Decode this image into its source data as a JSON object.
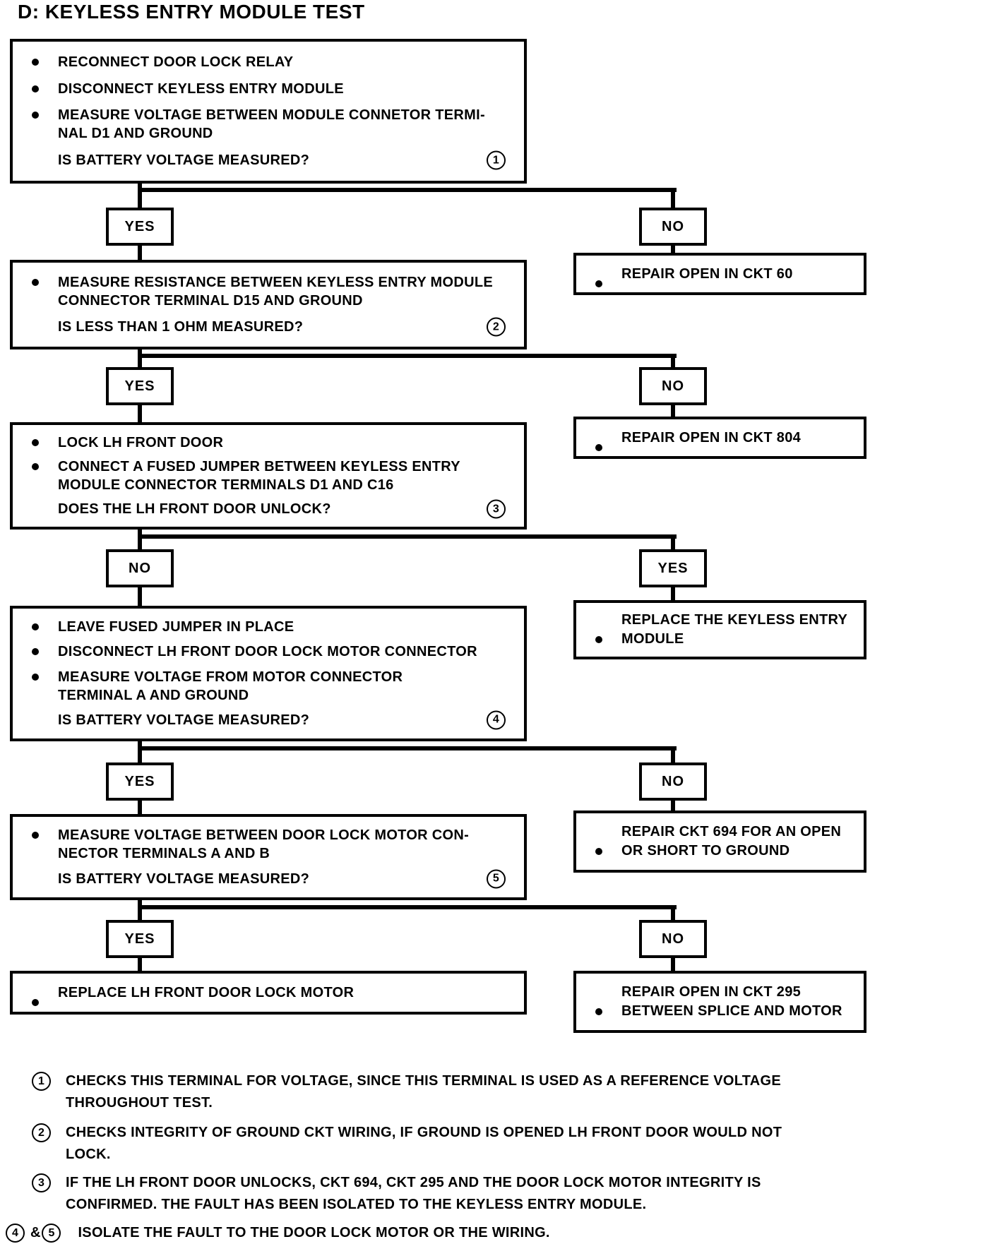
{
  "title": "D: KEYLESS ENTRY MODULE TEST",
  "diagram_type": "troubleshooting-flowchart",
  "steps": [
    {
      "ref": "1",
      "bullets": [
        [
          "RECONNECT DOOR LOCK RELAY"
        ],
        [
          "DISCONNECT KEYLESS ENTRY MODULE"
        ],
        [
          "MEASURE VOLTAGE BETWEEN MODULE CONNETOR TERMI-",
          "NAL D1 AND GROUND"
        ]
      ],
      "question": "IS BATTERY VOLTAGE MEASURED?",
      "left_label": "YES",
      "right_label": "NO",
      "right_action": [
        "REPAIR OPEN IN CKT 60"
      ]
    },
    {
      "ref": "2",
      "bullets": [
        [
          "MEASURE RESISTANCE BETWEEN KEYLESS ENTRY MODULE",
          "CONNECTOR TERMINAL D15 AND GROUND"
        ]
      ],
      "question": "IS LESS THAN 1 OHM MEASURED?",
      "left_label": "YES",
      "right_label": "NO",
      "right_action": [
        "REPAIR OPEN IN CKT 804"
      ]
    },
    {
      "ref": "3",
      "bullets": [
        [
          "LOCK LH FRONT DOOR"
        ],
        [
          "CONNECT A FUSED JUMPER BETWEEN KEYLESS ENTRY",
          "MODULE CONNECTOR TERMINALS D1 AND C16"
        ]
      ],
      "question": "DOES THE LH FRONT DOOR UNLOCK?",
      "left_label": "NO",
      "right_label": "YES",
      "right_action": [
        "REPLACE THE KEYLESS ENTRY",
        "MODULE"
      ]
    },
    {
      "ref": "4",
      "bullets": [
        [
          "LEAVE FUSED JUMPER IN PLACE"
        ],
        [
          "DISCONNECT LH FRONT DOOR LOCK MOTOR CONNECTOR"
        ],
        [
          "MEASURE VOLTAGE FROM MOTOR CONNECTOR",
          "TERMINAL A AND GROUND"
        ]
      ],
      "question": "IS BATTERY VOLTAGE MEASURED?",
      "left_label": "YES",
      "right_label": "NO",
      "right_action": [
        "REPAIR CKT 694 FOR AN OPEN",
        "OR SHORT TO GROUND"
      ]
    },
    {
      "ref": "5",
      "bullets": [
        [
          "MEASURE VOLTAGE BETWEEN DOOR LOCK MOTOR CON-",
          "NECTOR TERMINALS A AND B"
        ]
      ],
      "question": "IS BATTERY VOLTAGE MEASURED?",
      "left_label": "YES",
      "right_label": "NO",
      "right_action": [
        "REPAIR OPEN IN CKT 295",
        "BETWEEN SPLICE AND MOTOR"
      ]
    }
  ],
  "final_action": [
    "REPLACE LH FRONT DOOR LOCK MOTOR"
  ],
  "notes": [
    {
      "ref": "1",
      "lines": [
        "CHECKS THIS TERMINAL FOR VOLTAGE, SINCE THIS TERMINAL IS USED AS A REFERENCE VOLTAGE",
        "THROUGHOUT TEST."
      ]
    },
    {
      "ref": "2",
      "lines": [
        "CHECKS INTEGRITY OF GROUND CKT WIRING, IF GROUND IS OPENED LH FRONT DOOR WOULD NOT",
        "LOCK."
      ]
    },
    {
      "ref": "3",
      "lines": [
        "IF THE LH FRONT DOOR UNLOCKS, CKT 694, CKT 295 AND THE DOOR LOCK MOTOR INTEGRITY IS",
        "CONFIRMED. THE FAULT HAS BEEN ISOLATED TO THE KEYLESS ENTRY MODULE."
      ]
    },
    {
      "ref_a": "4",
      "amp": "&",
      "ref_b": "5",
      "lines": [
        "ISOLATE THE FAULT TO THE DOOR LOCK MOTOR OR THE WIRING."
      ]
    }
  ]
}
